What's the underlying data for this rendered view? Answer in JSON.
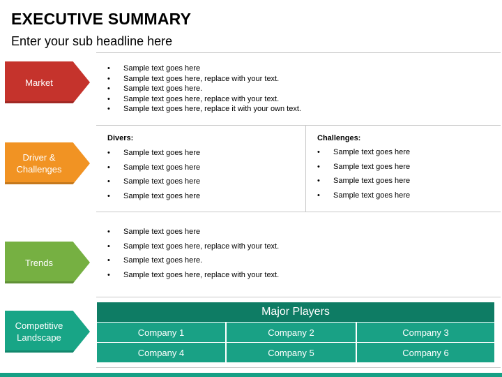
{
  "title": "EXECUTIVE SUMMARY",
  "subtitle": "Enter your sub headline here",
  "colors": {
    "market": "#c5332c",
    "drivers": "#f19323",
    "trends": "#76b042",
    "competitive": "#18a586",
    "table_header": "#0e7c64",
    "table_cell": "#19a185"
  },
  "sections": {
    "market": {
      "label": "Market",
      "bullets": [
        "Sample text goes here",
        "Sample text goes here, replace with your text.",
        "Sample text goes here.",
        "Sample text goes here, replace with your text.",
        "Sample text goes here, replace it with your own text."
      ]
    },
    "drivers": {
      "label": "Driver &\nChallenges",
      "left_heading": "Divers:",
      "left_bullets": [
        "Sample text goes here",
        "Sample text goes here",
        "Sample text goes here",
        "Sample text goes here"
      ],
      "right_heading": "Challenges:",
      "right_bullets": [
        "Sample text goes here",
        "Sample text goes here",
        "Sample text goes here",
        "Sample text goes here"
      ]
    },
    "trends": {
      "label": "Trends",
      "bullets": [
        "Sample text goes here",
        "Sample text goes here, replace with your text.",
        "Sample text goes here.",
        "Sample text goes here, replace with your text."
      ]
    },
    "competitive": {
      "label": "Competitive\nLandscape",
      "table_title": "Major Players",
      "companies": [
        "Company 1",
        "Company 2",
        "Company 3",
        "Company 4",
        "Company 5",
        "Company 6"
      ]
    }
  }
}
